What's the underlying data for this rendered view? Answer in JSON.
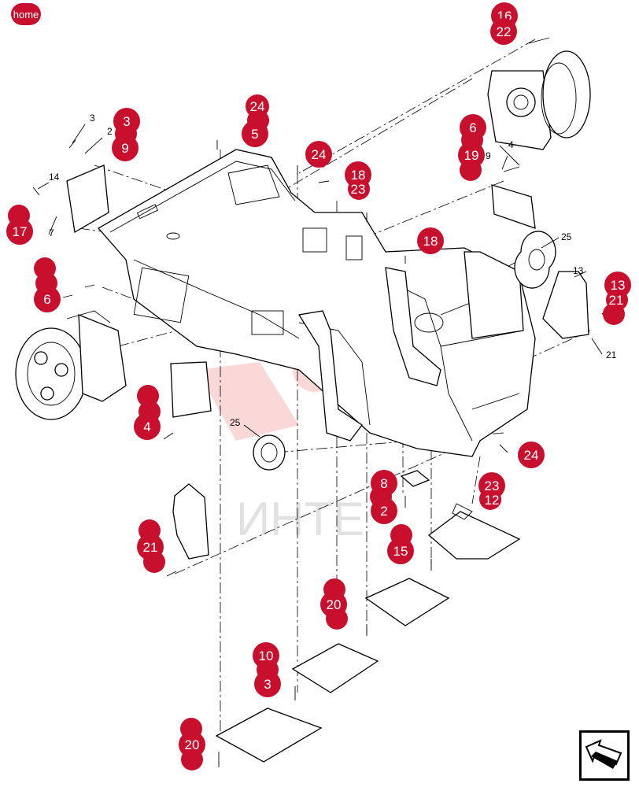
{
  "home_label": "home",
  "watermark_text": "ИНТЕ",
  "callouts": [
    {
      "id": "c-16-top",
      "label": "16"
    },
    {
      "id": "c-22",
      "label": "22"
    },
    {
      "id": "c-6-right",
      "label": "6"
    },
    {
      "id": "c-19-right",
      "label": "19"
    },
    {
      "id": "c-3-top",
      "label": "3"
    },
    {
      "id": "c-9",
      "label": "9"
    },
    {
      "id": "c-24-a",
      "label": "24"
    },
    {
      "id": "c-5",
      "label": "5"
    },
    {
      "id": "c-24-b",
      "label": "24"
    },
    {
      "id": "c-18-a",
      "label": "18"
    },
    {
      "id": "c-23-top",
      "label": "23"
    },
    {
      "id": "c-18-b",
      "label": "18"
    },
    {
      "id": "c-17",
      "label": "17"
    },
    {
      "id": "c-6-left",
      "label": "6"
    },
    {
      "id": "c-13",
      "label": "13"
    },
    {
      "id": "c-21-right",
      "label": "21"
    },
    {
      "id": "c-4",
      "label": "4"
    },
    {
      "id": "c-24-c",
      "label": "24"
    },
    {
      "id": "c-8",
      "label": "8"
    },
    {
      "id": "c-2",
      "label": "2"
    },
    {
      "id": "c-23-mid",
      "label": "23"
    },
    {
      "id": "c-12",
      "label": "12"
    },
    {
      "id": "c-21-left",
      "label": "21"
    },
    {
      "id": "c-15-mid",
      "label": "15"
    },
    {
      "id": "c-20-mid",
      "label": "20"
    },
    {
      "id": "c-10",
      "label": "10"
    },
    {
      "id": "c-3-low",
      "label": "3"
    },
    {
      "id": "c-20-bottom",
      "label": "20"
    }
  ],
  "part_labels": [
    {
      "id": "l-3",
      "label": "3"
    },
    {
      "id": "l-2",
      "label": "2"
    },
    {
      "id": "l-14",
      "label": "14"
    },
    {
      "id": "l-7",
      "label": "7"
    },
    {
      "id": "l-9",
      "label": "9"
    },
    {
      "id": "l-4",
      "label": "4"
    },
    {
      "id": "l-25-right",
      "label": "25"
    },
    {
      "id": "l-13",
      "label": "13"
    },
    {
      "id": "l-21",
      "label": "21"
    },
    {
      "id": "l-25-left",
      "label": "25"
    }
  ]
}
